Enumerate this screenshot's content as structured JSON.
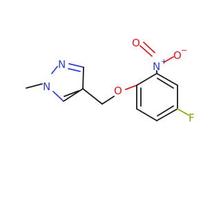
{
  "atoms": {
    "pyrazole_n1": "N",
    "pyrazole_n2": "N",
    "ether_o": "O",
    "nitro_n": "N",
    "nitro_n_charge": "+",
    "nitro_o": "O",
    "nitro_o_charge": "−",
    "fluorine": "F"
  },
  "colors": {
    "bond": "#1a1a1a",
    "nitrogen": "#2f3fd6",
    "oxygen": "#e01b1b",
    "fluorine": "#8d9a00",
    "background": "#ffffff"
  }
}
